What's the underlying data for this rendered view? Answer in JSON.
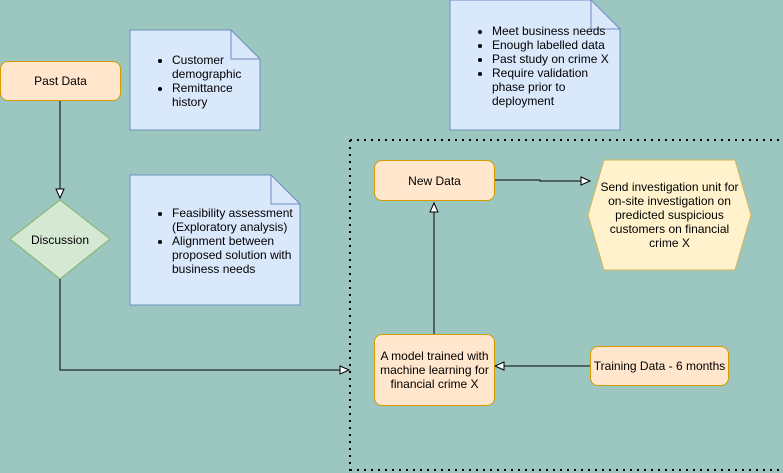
{
  "nodes": {
    "past_data": "Past Data",
    "discussion": "Discussion",
    "new_data": "New Data",
    "model": "A model trained with machine learning for financial crime X",
    "investigation": "Send investigation unit for on-site investigation on predicted suspicious customers on financial crime X",
    "training_data": "Training Data - 6 months"
  },
  "notes": {
    "past_data_note": [
      "Customer demographic",
      "Remittance history"
    ],
    "discussion_note": [
      "Feasibility assessment (Exploratory analysis)",
      "Alignment between proposed solution with business needs"
    ],
    "requirements_note": [
      "Meet business needs",
      "Enough labelled data",
      "Past study on crime X",
      "Require validation phase prior to deployment"
    ]
  },
  "colors": {
    "background": "#9bc7c0",
    "process_fill": "#ffe6cc",
    "process_stroke": "#d79b00",
    "decision_fill": "#d5e8d4",
    "decision_stroke": "#82b366",
    "note_fill": "#dae8fc",
    "note_stroke": "#6c8ebf",
    "hexagon_fill": "#fff2cc",
    "hexagon_stroke": "#d6b656"
  }
}
